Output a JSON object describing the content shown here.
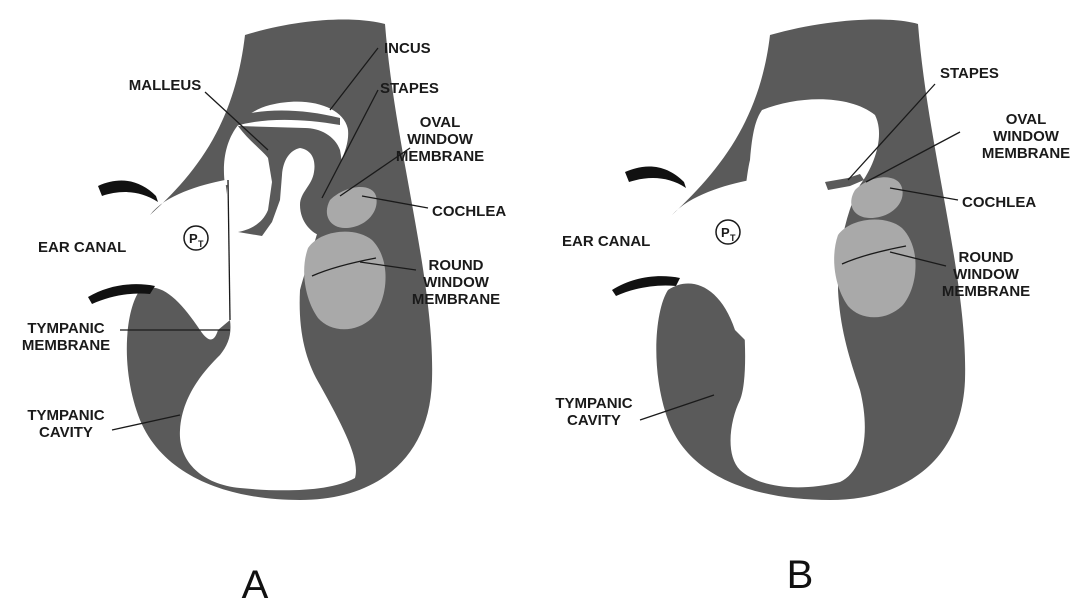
{
  "colors": {
    "tissue": "#5a5a5a",
    "fluid": "#a9a9a9",
    "background": "#ffffff",
    "ink": "#1a1a1a"
  },
  "panel_a": {
    "letter": "A",
    "pressure_symbol": "P",
    "pressure_subscript": "T",
    "labels": {
      "malleus": "MALLEUS",
      "incus": "INCUS",
      "stapes": "STAPES",
      "oval_window": [
        "OVAL",
        "WINDOW",
        "MEMBRANE"
      ],
      "cochlea": "COCHLEA",
      "ear_canal": "EAR CANAL",
      "round_window": [
        "ROUND",
        "WINDOW",
        "MEMBRANE"
      ],
      "tympanic_membrane": [
        "TYMPANIC",
        "MEMBRANE"
      ],
      "tympanic_cavity": [
        "TYMPANIC",
        "CAVITY"
      ]
    }
  },
  "panel_b": {
    "letter": "B",
    "pressure_symbol": "P",
    "pressure_subscript": "T",
    "labels": {
      "stapes": "STAPES",
      "oval_window": [
        "OVAL",
        "WINDOW",
        "MEMBRANE"
      ],
      "cochlea": "COCHLEA",
      "ear_canal": "EAR CANAL",
      "round_window": [
        "ROUND",
        "WINDOW",
        "MEMBRANE"
      ],
      "tympanic_cavity": [
        "TYMPANIC",
        "CAVITY"
      ]
    }
  }
}
